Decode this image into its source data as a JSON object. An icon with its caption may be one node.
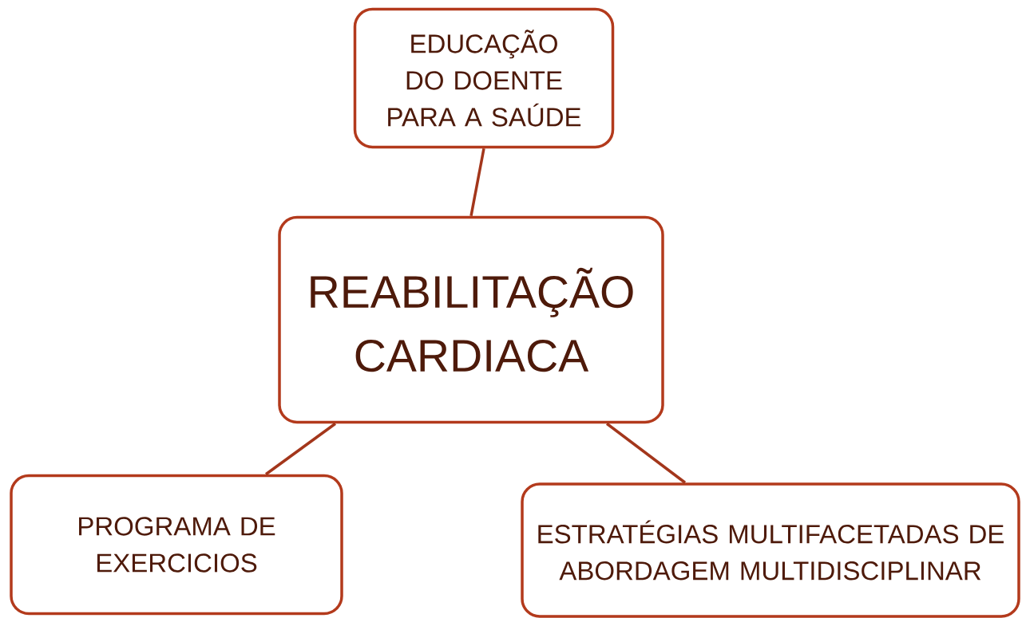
{
  "diagram": {
    "nodes": [
      {
        "text": [
          "EDUCAÇÃO DO DOENTE PARA A SAÚDE"
        ]
      },
      {
        "text": [
          "REABILITAÇÃO CARDIACA"
        ]
      },
      {
        "text": [
          "PROGRAMA DE EXERCICIOS"
        ]
      },
      {
        "text": [
          "ESTRATÉGIAS MULTIFACETADAS DE ABORDAGEM MULTIDISCIPLINAR"
        ]
      }
    ],
    "edges": [
      {
        "from": 0,
        "to": 1,
        "arrow": "none"
      },
      {
        "from": 1,
        "to": 2,
        "arrow": "none"
      },
      {
        "from": 1,
        "to": 3,
        "arrow": "none"
      }
    ]
  }
}
